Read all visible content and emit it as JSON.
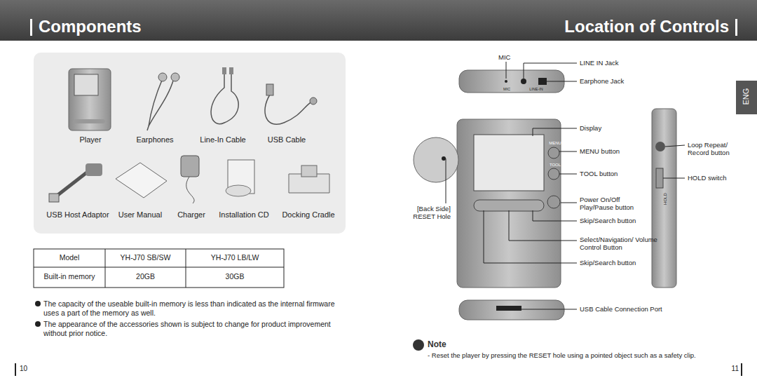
{
  "diagram": {
    "title": "Components",
    "labels": [
      "Location of Controls",
      "ENG",
      "Player",
      "Earphones",
      "Line-In Cable",
      "USB Cable",
      "USB Host Adaptor",
      "User Manual",
      "Charger",
      "Installation CD",
      "Docking Cradle",
      "Model",
      "YH-J70 SB/SW",
      "YH-J70 LB/LW",
      "Built-in memory",
      "20GB",
      "30GB",
      "The capacity of the useable built-in memory is less than indicated as the internal firmware uses a part of the memory as well.",
      "The appearance of the accessories shown is subject to change for product improvement without prior notice.",
      "MIC",
      "LINE IN Jack",
      "Earphone Jack",
      "Display",
      "MENU button",
      "TOOL button",
      "Power On/Off Play/Pause button",
      "Skip/Search button",
      "Select/Navigation/ Volume Control Button",
      "Skip/Search button",
      "[Back Side] RESET Hole",
      "Loop Repeat/ Record button",
      "HOLD switch",
      "USB Cable Connection Port",
      "Note",
      "- Reset the player by pressing the RESET hole using a pointed object such as a safety clip.",
      "10",
      "11",
      "MIC",
      "LINE-IN",
      "MENU",
      "TOOL",
      "HOLD"
    ]
  }
}
